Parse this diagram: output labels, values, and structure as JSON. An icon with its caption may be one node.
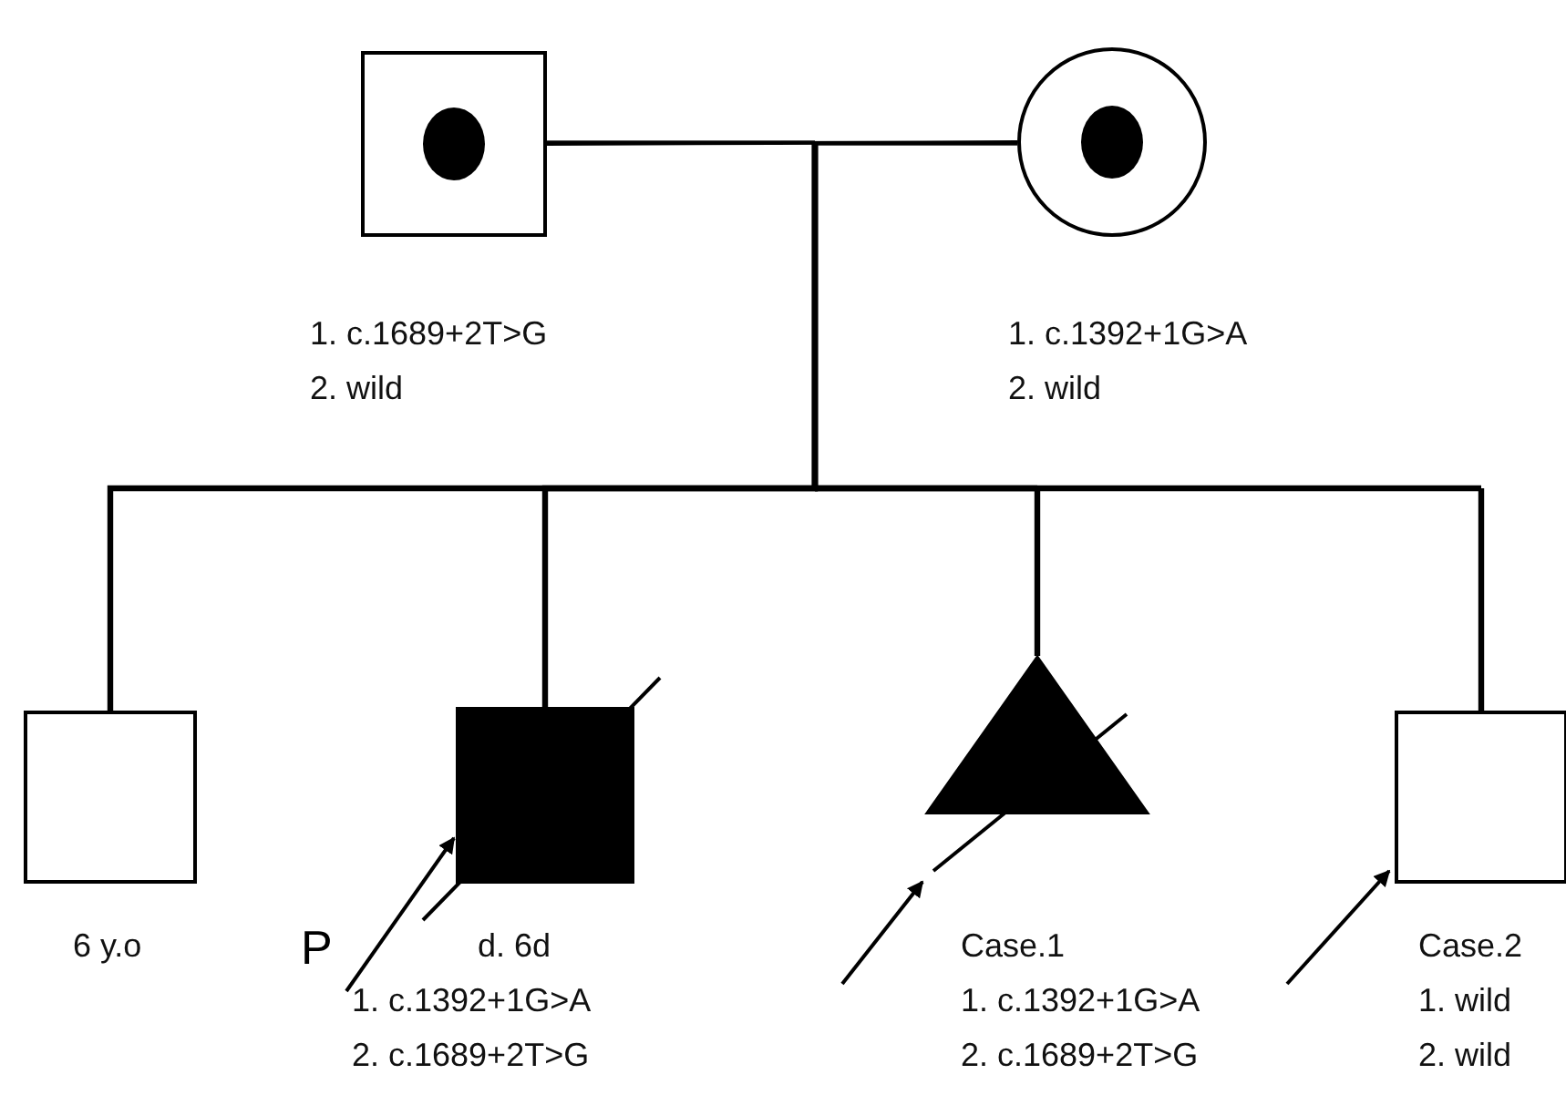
{
  "diagram": {
    "nodes": [
      {
        "text": [],
        "shape": "box",
        "beside": [
          "1. c.1689+2T>G",
          "2. wild"
        ]
      },
      {
        "text": [],
        "shape": "circle",
        "beside": [
          "1. c.1392+1G>A",
          "2. wild"
        ]
      },
      {
        "text": [],
        "shape": "box",
        "beside": [
          "6 y.o"
        ]
      },
      {
        "text": [],
        "shape": "box",
        "beside": [
          "d. 6d",
          "1. c.1392+1G>A",
          "2. c.1689+2T>G"
        ]
      },
      {
        "text": [],
        "shape": "triangle",
        "beside": [
          "Case.1",
          "1. c.1392+1G>A",
          "2. c.1689+2T>G"
        ]
      },
      {
        "text": [],
        "shape": "box",
        "beside": [
          "Case.2",
          "1. wild",
          "2. wild"
        ]
      }
    ],
    "edges": [
      {
        "from": 0,
        "to": 1,
        "arrow": "none"
      },
      {
        "from": 0,
        "to": 2,
        "arrow": "none"
      },
      {
        "from": 1,
        "to": 2,
        "arrow": "none"
      },
      {
        "from": 0,
        "to": 3,
        "arrow": "none"
      },
      {
        "from": 1,
        "to": 3,
        "arrow": "none"
      },
      {
        "from": 0,
        "to": 4,
        "arrow": "none"
      },
      {
        "from": 1,
        "to": 4,
        "arrow": "none"
      },
      {
        "from": 0,
        "to": 5,
        "arrow": "none"
      },
      {
        "from": 1,
        "to": 5,
        "arrow": "none"
      },
      {
        "from": null,
        "to": 3,
        "arrow": "to"
      },
      {
        "from": null,
        "to": 4,
        "arrow": "to"
      },
      {
        "from": null,
        "to": 5,
        "arrow": "to"
      }
    ],
    "labels": [
      "P"
    ]
  }
}
